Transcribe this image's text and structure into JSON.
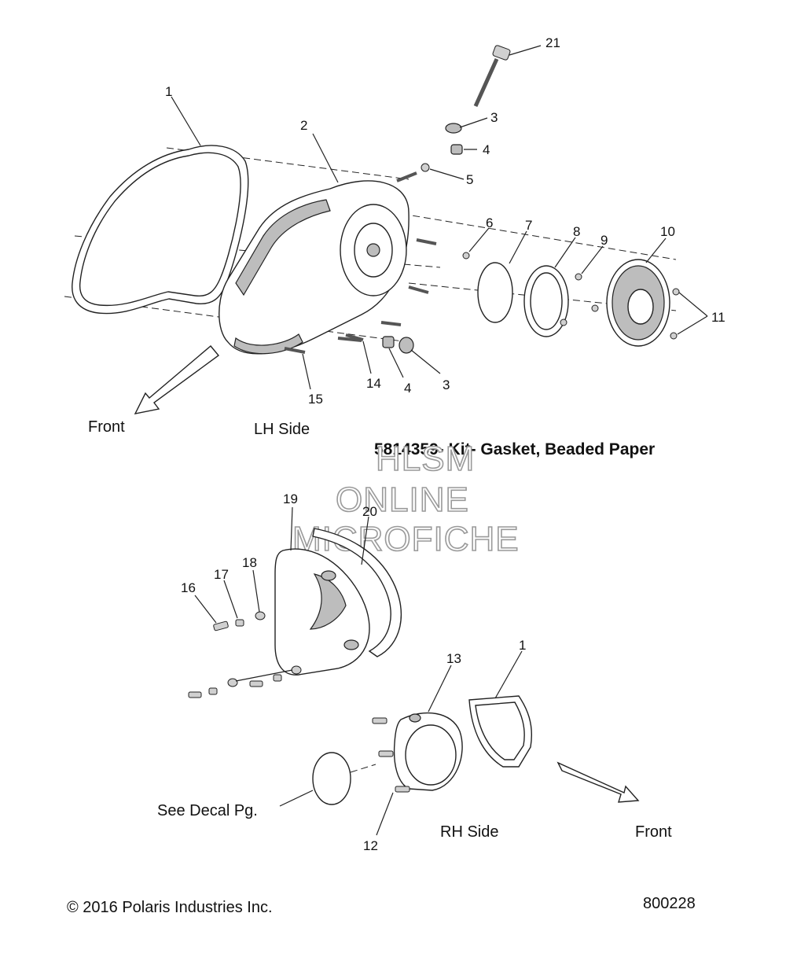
{
  "callouts": {
    "c21": "21",
    "c1a": "1",
    "c2": "2",
    "c3a": "3",
    "c4a": "4",
    "c5": "5",
    "c6": "6",
    "c7": "7",
    "c8": "8",
    "c9": "9",
    "c10": "10",
    "c11": "11",
    "c14": "14",
    "c4b": "4",
    "c3b": "3",
    "c15": "15",
    "c19": "19",
    "c20": "20",
    "c18": "18",
    "c17": "17",
    "c16": "16",
    "c13": "13",
    "c1b": "1",
    "c12": "12"
  },
  "labels": {
    "front_top": "Front",
    "lh_side": "LH Side",
    "rh_side": "RH Side",
    "front_bottom": "Front",
    "see_decal": "See Decal Pg."
  },
  "kit_note": "5814359- Kit- Gasket, Beaded Paper",
  "watermark": {
    "line1": "HLSM",
    "line2": "ONLINE",
    "line3": "MICROFICHE"
  },
  "footer": {
    "copyright": "© 2016 Polaris Industries Inc.",
    "drawing_number": "800228"
  }
}
